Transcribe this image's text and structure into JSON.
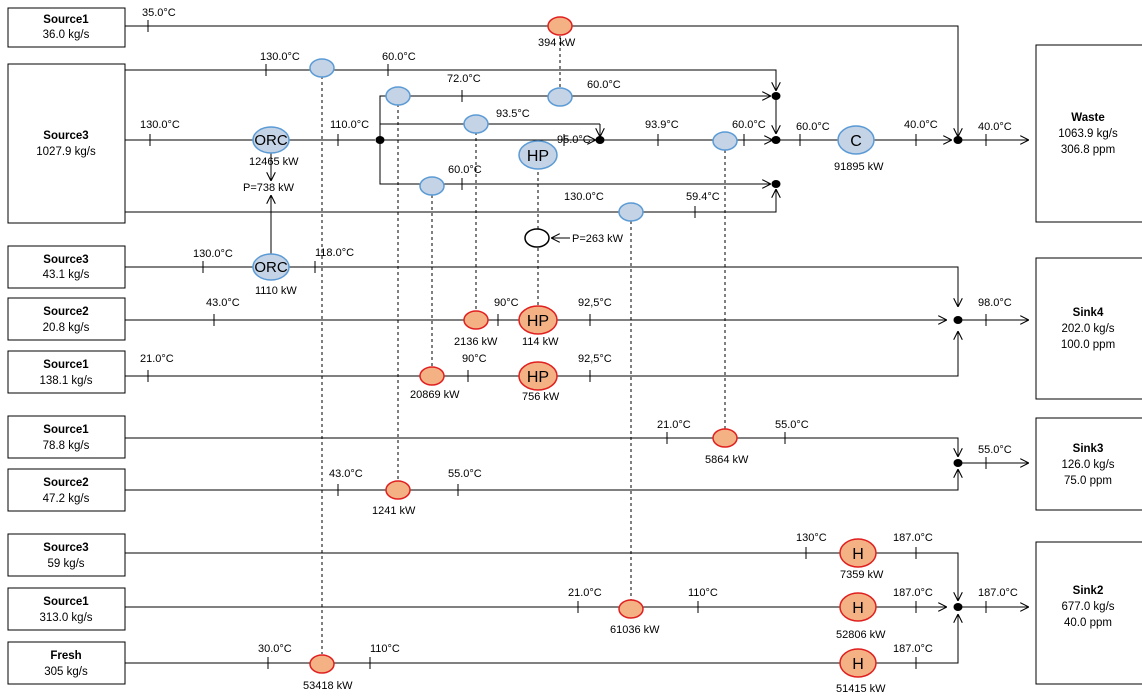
{
  "boxes": [
    {
      "id": "src1a",
      "name": "Source1",
      "value": "36.0 kg/s"
    },
    {
      "id": "src3a",
      "name": "Source3",
      "value": "1027.9 kg/s"
    },
    {
      "id": "src3b",
      "name": "Source3",
      "value": "43.1 kg/s"
    },
    {
      "id": "src2a",
      "name": "Source2",
      "value": "20.8 kg/s"
    },
    {
      "id": "src1b",
      "name": "Source1",
      "value": "138.1 kg/s"
    },
    {
      "id": "src1c",
      "name": "Source1",
      "value": "78.8 kg/s"
    },
    {
      "id": "src2b",
      "name": "Source2",
      "value": "47.2 kg/s"
    },
    {
      "id": "src3c",
      "name": "Source3",
      "value": "59 kg/s"
    },
    {
      "id": "src1d",
      "name": "Source1",
      "value": "313.0 kg/s"
    },
    {
      "id": "fresh",
      "name": "Fresh",
      "value": "305 kg/s"
    },
    {
      "id": "waste",
      "name": "Waste",
      "value": "1063.9 kg/s",
      "value2": "306.8 ppm"
    },
    {
      "id": "sink4",
      "name": "Sink4",
      "value": "202.0 kg/s",
      "value2": "100.0 ppm"
    },
    {
      "id": "sink3",
      "name": "Sink3",
      "value": "126.0 kg/s",
      "value2": "75.0 ppm"
    },
    {
      "id": "sink2",
      "name": "Sink2",
      "value": "677.0 kg/s",
      "value2": "40.0 ppm"
    }
  ],
  "labels": {
    "t_35": "35.0°C",
    "w_394": "394 kW",
    "t_130a": "130.0°C",
    "t_60a": "60.0°C",
    "t_72": "72.0°C",
    "t_60b": "60.0°C",
    "t_130b": "130.0°C",
    "t_110a": "110.0°C",
    "t_93_5": "93.5°C",
    "t_95": "95.0°C",
    "t_93_9": "93.9°C",
    "t_60c": "60.0°C",
    "t_60d": "60.0°C",
    "t_40a": "40.0°C",
    "t_40b": "40.0°C",
    "orc1": "ORC",
    "w_12465": "12465 kW",
    "hp1": "HP",
    "comp": "C",
    "w_91895": "91895 kW",
    "p_738": "P=738 kW",
    "t_60e": "60.0°C",
    "t_130c": "130.0°C",
    "t_59_4": "59.4°C",
    "p_263": "P=263 kW",
    "t_130d": "130.0°C",
    "t_118": "118.0°C",
    "orc2": "ORC",
    "w_1110": "1110 kW",
    "t_43a": "43.0°C",
    "t_90a": "90°C",
    "t_92_5a": "92,5°C",
    "hp2": "HP",
    "w_2136": "2136 kW",
    "w_114": "114 kW",
    "t_98": "98.0°C",
    "t_21a": "21.0°C",
    "t_90b": "90°C",
    "t_92_5b": "92,5°C",
    "hp3": "HP",
    "w_20869": "20869 kW",
    "w_756": "756 kW",
    "t_21b": "21.0°C",
    "t_55a": "55.0°C",
    "w_5864": "5864 kW",
    "t_55b": "55.0°C",
    "t_43b": "43.0°C",
    "t_55c": "55.0°C",
    "w_1241": "1241 kW",
    "t_130e": "130°C",
    "t_187a": "187.0°C",
    "h1": "H",
    "w_7359": "7359 kW",
    "t_21c": "21.0°C",
    "t_110b": "110°C",
    "t_187b": "187.0°C",
    "t_187c": "187.0°C",
    "h2": "H",
    "w_61036": "61036 kW",
    "w_52806": "52806 kW",
    "t_30": "30.0°C",
    "t_110c": "110°C",
    "t_187d": "187.0°C",
    "h3": "H",
    "w_53418": "53418 kW",
    "w_51415": "51415 kW"
  },
  "colors": {
    "cold_fill": "#c5d3e6",
    "cold_stroke": "#5b9bd5",
    "hot_fill": "#f4b183",
    "hot_stroke": "#e02020",
    "line": "#000000"
  }
}
